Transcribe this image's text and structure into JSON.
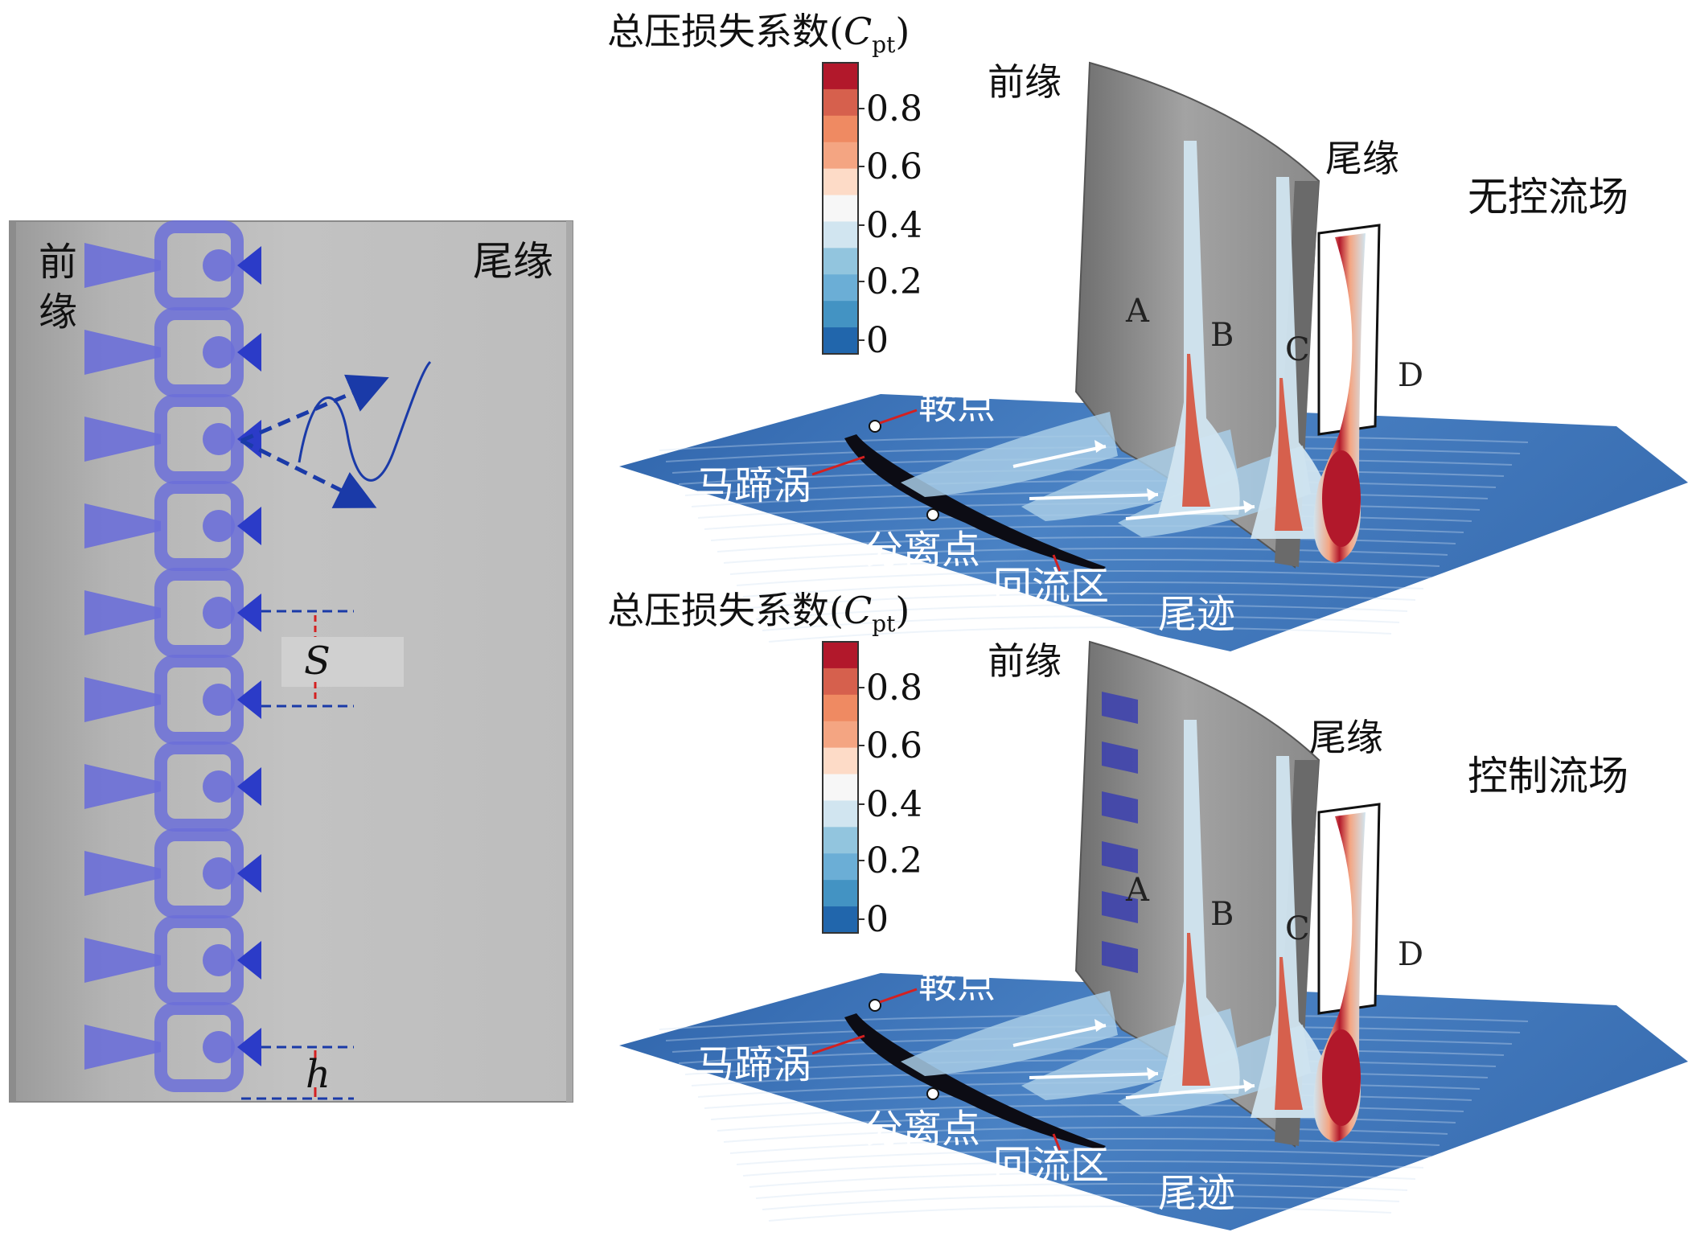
{
  "left_panel": {
    "leading_edge_label": "前\n缘",
    "trailing_edge_label": "尾缘",
    "spacing_symbol": "S",
    "height_symbol": "h"
  },
  "panels": [
    {
      "colorbar_title": "总压损失系数(",
      "colorbar_symbol": "C",
      "colorbar_subscript": "pt",
      "colorbar_close": ")",
      "colorbar_ticks": [
        "0.8",
        "0.6",
        "0.4",
        "0.2",
        "0"
      ],
      "leading_edge_label": "前缘",
      "trailing_edge_label": "尾缘",
      "case_label": "无控流场",
      "sections": [
        "A",
        "B",
        "C",
        "D"
      ],
      "flow_labels": {
        "saddle": "鞍点",
        "horseshoe": "马蹄涡",
        "separation": "分离点",
        "recirculation": "回流区",
        "wake": "尾迹"
      }
    },
    {
      "colorbar_title": "总压损失系数(",
      "colorbar_symbol": "C",
      "colorbar_subscript": "pt",
      "colorbar_close": ")",
      "colorbar_ticks": [
        "0.8",
        "0.6",
        "0.4",
        "0.2",
        "0"
      ],
      "leading_edge_label": "前缘",
      "trailing_edge_label": "尾缘",
      "case_label": "控制流场",
      "sections": [
        "A",
        "B",
        "C",
        "D"
      ],
      "flow_labels": {
        "saddle": "鞍点",
        "horseshoe": "马蹄涡",
        "separation": "分离点",
        "recirculation": "回流区",
        "wake": "尾迹"
      }
    }
  ],
  "colormap": [
    "#b2182b",
    "#d6604d",
    "#ef8a62",
    "#f4a582",
    "#fddbc7",
    "#f7f7f7",
    "#d1e5f0",
    "#92c5de",
    "#6baed6",
    "#4393c3",
    "#2166ac"
  ],
  "colors": {
    "actuator": "#6b6fd8",
    "actuator_dark": "#2b3bc8",
    "blade": "#8f8f8f",
    "floor": "#3f74b8",
    "annotation_blue": "#1a3aa8",
    "annotation_red": "#d42020"
  }
}
